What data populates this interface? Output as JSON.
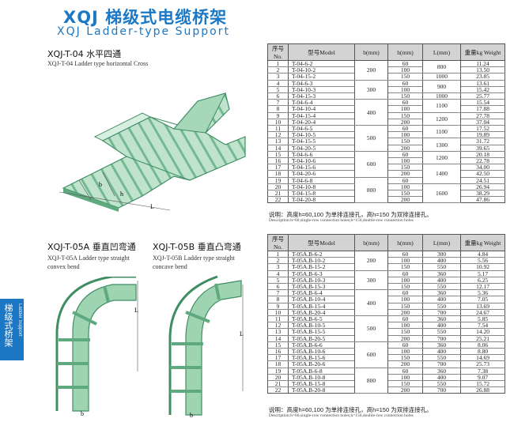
{
  "header": {
    "title": "XQJ 梯级式电缆桥架",
    "subtitle": "XQJ Ladder-type Support"
  },
  "side_tab": {
    "cn": "梯级式桥架",
    "en": "Ladder Support"
  },
  "section1": {
    "title": "XQJ-T-04 水平四通",
    "subtitle": "XQJ-T-04 Ladder type horizontal Cross",
    "dims": {
      "b": "b",
      "h": "h",
      "L": "L"
    }
  },
  "section2a": {
    "title": "XQJ-T-05A 垂直凹弯通",
    "subtitle_line1": "XQJ-T-05A Ladder type straight",
    "subtitle_line2": "convex bend"
  },
  "section2b": {
    "title": "XQJ-T-05B 垂直凸弯通",
    "subtitle_line1": "XQJ-T-05B Ladder type straight",
    "subtitle_line2": "concave bend"
  },
  "table_headers": {
    "no": "序号No.",
    "model": "型号Model",
    "b": "b(mm)",
    "h": "h(mm)",
    "L": "L(mm)",
    "weight": "重量kg Weight"
  },
  "table1": {
    "rows": [
      {
        "no": "1",
        "model": "T-04-6-2",
        "h": "60",
        "w": "11.24"
      },
      {
        "no": "2",
        "model": "T-04-10-2",
        "h": "100",
        "w": "13.50"
      },
      {
        "no": "3",
        "model": "T-04-15-2",
        "h": "150",
        "w": "23.85"
      },
      {
        "no": "4",
        "model": "T-04-6-3",
        "h": "60",
        "w": "13.61"
      },
      {
        "no": "5",
        "model": "T-04-10-3",
        "h": "100",
        "w": "15.42"
      },
      {
        "no": "6",
        "model": "T-04-15-3",
        "h": "150",
        "w": "25.77"
      },
      {
        "no": "7",
        "model": "T-04-6-4",
        "h": "60",
        "w": "15.54"
      },
      {
        "no": "8",
        "model": "T-04-10-4",
        "h": "100",
        "w": "17.88"
      },
      {
        "no": "9",
        "model": "T-04-15-4",
        "h": "150",
        "w": "27.78"
      },
      {
        "no": "10",
        "model": "T-04-20-4",
        "h": "200",
        "w": "37.04"
      },
      {
        "no": "11",
        "model": "T-04-6-5",
        "h": "60",
        "w": "17.52"
      },
      {
        "no": "12",
        "model": "T-04-10-5",
        "h": "100",
        "w": "19.89"
      },
      {
        "no": "13",
        "model": "T-04-15-5",
        "h": "150",
        "w": "31.72"
      },
      {
        "no": "14",
        "model": "T-04-20-5",
        "h": "200",
        "w": "39.65"
      },
      {
        "no": "15",
        "model": "T-04-6-6",
        "h": "60",
        "w": "20.18"
      },
      {
        "no": "16",
        "model": "T-04-10-6",
        "h": "100",
        "w": "22.78"
      },
      {
        "no": "17",
        "model": "T-04-15-6",
        "h": "150",
        "w": "34.00"
      },
      {
        "no": "18",
        "model": "T-04-20-6",
        "h": "200",
        "w": "42.50"
      },
      {
        "no": "19",
        "model": "T-04-6-8",
        "h": "60",
        "w": "24.51"
      },
      {
        "no": "20",
        "model": "T-04-10-8",
        "h": "100",
        "w": "26.94"
      },
      {
        "no": "21",
        "model": "T-04-15-8",
        "h": "150",
        "w": "38.29"
      },
      {
        "no": "22",
        "model": "T-04-20-8",
        "h": "200",
        "w": "47.86"
      }
    ],
    "b_groups": [
      "200",
      "300",
      "400",
      "500",
      "600",
      "800"
    ],
    "L_groups": [
      "800",
      "1000",
      "900",
      "1000",
      "1100",
      "1200",
      "1100",
      "1300",
      "1200",
      "1400",
      "1600"
    ]
  },
  "table2": {
    "rows": [
      {
        "no": "1",
        "model": "T-05A.B-6-2",
        "h": "60",
        "L": "300",
        "w": "4.84"
      },
      {
        "no": "2",
        "model": "T-05A.B-10-2",
        "h": "100",
        "L": "400",
        "w": "5.56"
      },
      {
        "no": "3",
        "model": "T-05A.B-15-2",
        "h": "150",
        "L": "550",
        "w": "10.92"
      },
      {
        "no": "4",
        "model": "T-05A.B-6-3",
        "h": "60",
        "L": "360",
        "w": "5.17"
      },
      {
        "no": "5",
        "model": "T-05A.B-10-3",
        "h": "100",
        "L": "400",
        "w": "6.25"
      },
      {
        "no": "6",
        "model": "T-05A.B-15-3",
        "h": "150",
        "L": "550",
        "w": "12.17"
      },
      {
        "no": "7",
        "model": "T-05A.B-6-4",
        "h": "60",
        "L": "360",
        "w": "5.36"
      },
      {
        "no": "8",
        "model": "T-05A.B-10-4",
        "h": "100",
        "L": "400",
        "w": "7.05"
      },
      {
        "no": "9",
        "model": "T-05A.B-15-4",
        "h": "150",
        "L": "550",
        "w": "13.69"
      },
      {
        "no": "10",
        "model": "T-05A.B-20-4",
        "h": "200",
        "L": "700",
        "w": "24.67"
      },
      {
        "no": "11",
        "model": "T-05A.B-6-5",
        "h": "60",
        "L": "360",
        "w": "5.85"
      },
      {
        "no": "12",
        "model": "T-05A.B-10-5",
        "h": "100",
        "L": "400",
        "w": "7.54"
      },
      {
        "no": "13",
        "model": "T-05A.B-15-5",
        "h": "150",
        "L": "550",
        "w": "14.20"
      },
      {
        "no": "14",
        "model": "T-05A.B-20-5",
        "h": "200",
        "L": "700",
        "w": "25.21"
      },
      {
        "no": "15",
        "model": "T-05A.B-6-6",
        "h": "60",
        "L": "360",
        "w": "8.06"
      },
      {
        "no": "16",
        "model": "T-05A.B-10-6",
        "h": "100",
        "L": "400",
        "w": "8.80"
      },
      {
        "no": "17",
        "model": "T-05A.B-15-6",
        "h": "150",
        "L": "550",
        "w": "14.69"
      },
      {
        "no": "18",
        "model": "T-05A.B-20-6",
        "h": "200",
        "L": "700",
        "w": "25.73"
      },
      {
        "no": "19",
        "model": "T-05A.B-6-8",
        "h": "60",
        "L": "360",
        "w": "7.38"
      },
      {
        "no": "20",
        "model": "T-05A.B-10-8",
        "h": "100",
        "L": "400",
        "w": "9.07"
      },
      {
        "no": "21",
        "model": "T-05A.B-15-8",
        "h": "150",
        "L": "550",
        "w": "15.72"
      },
      {
        "no": "22",
        "model": "T-05A.B-20-8",
        "h": "200",
        "L": "700",
        "w": "26.88"
      }
    ],
    "b_groups": [
      "200",
      "300",
      "400",
      "500",
      "600",
      "800"
    ]
  },
  "notes": {
    "cn": "说明：高度h=60,100 为单排连接孔，高h=150 为双排连接孔。",
    "en": "Description:h=60,single-row connection holes;h=150,double-row connection holes"
  },
  "colors": {
    "accent": "#1c78c4",
    "tray_green": "#86c9a3",
    "tray_dark": "#3f8e63",
    "header_gray": "#d3d3d3"
  }
}
